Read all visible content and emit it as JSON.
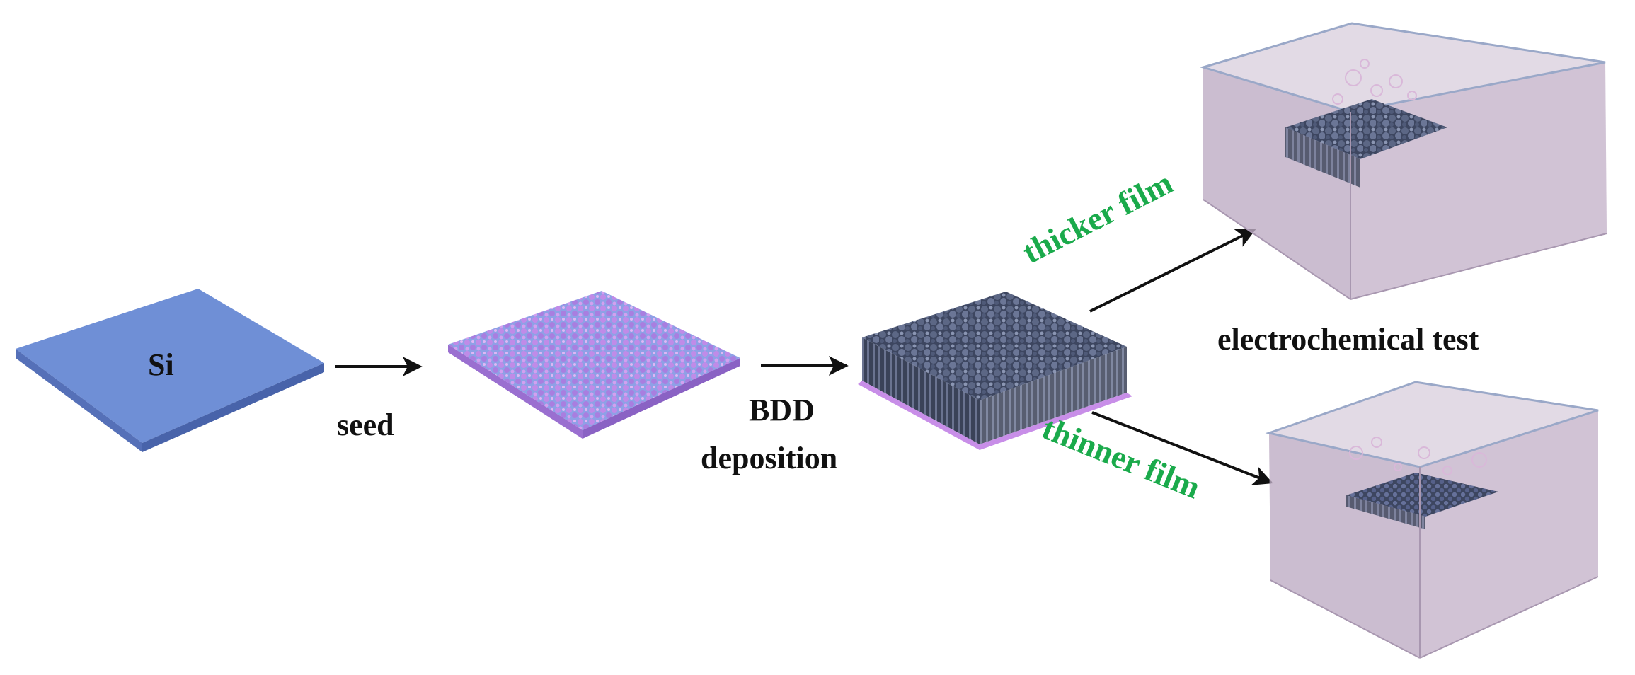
{
  "labels": {
    "substrate": "Si",
    "step1": "seed",
    "step2_line1": "BDD",
    "step2_line2": "deposition",
    "branch_top": "thicker film",
    "branch_bottom": "thinner film",
    "test": "electrochemical test"
  },
  "colors": {
    "si_top": "#6f8fd6",
    "seed": "#b47ae0",
    "bdd": "#4b5670",
    "cell_glass": "#cbbcd0",
    "label_green": "#1aaa4b",
    "text": "#111111"
  }
}
